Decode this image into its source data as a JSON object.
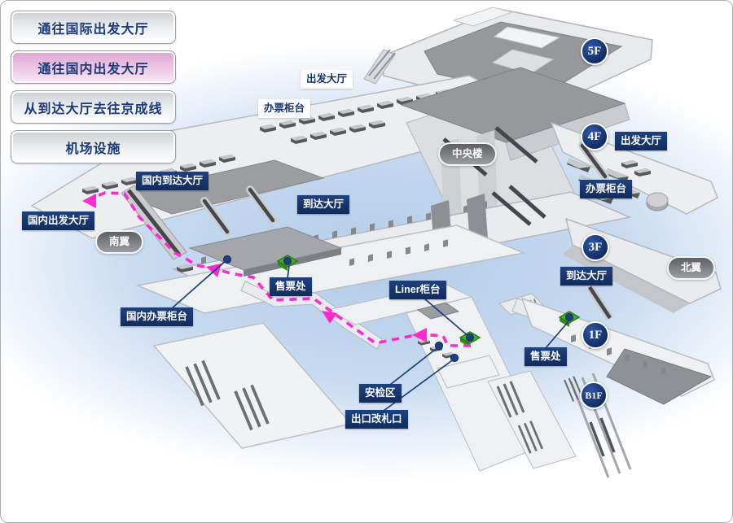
{
  "menu": {
    "items": [
      {
        "label": "通往国际出发大厅",
        "active": false
      },
      {
        "label": "通往国内出发大厅",
        "active": true
      },
      {
        "label": "从到达大厅去往京成线",
        "active": false
      },
      {
        "label": "机场设施",
        "active": false
      }
    ]
  },
  "map": {
    "floor_badges": [
      {
        "label": "5F"
      },
      {
        "label": "4F"
      },
      {
        "label": "3F"
      },
      {
        "label": "1F"
      },
      {
        "label": "B1F"
      }
    ],
    "area_labels": [
      {
        "text": "国内到达大厅"
      },
      {
        "text": "国内出发大厅"
      },
      {
        "text": "到达大厅"
      },
      {
        "text": "售票处"
      },
      {
        "text": "Liner柜台"
      },
      {
        "text": "国内办票柜台"
      },
      {
        "text": "安检区"
      },
      {
        "text": "出口改札口"
      },
      {
        "text": "出发大厅"
      },
      {
        "text": "办票柜台"
      },
      {
        "text": "到达大厅"
      },
      {
        "text": "售票处"
      }
    ],
    "hall_labels_white": [
      {
        "text": "出发大厅"
      },
      {
        "text": "办票柜台"
      }
    ],
    "wing_pills": [
      {
        "text": "中央楼"
      },
      {
        "text": "南翼"
      },
      {
        "text": "北翼"
      }
    ],
    "colors": {
      "route_pink": "#ff2bd1",
      "label_navy": "#16356b",
      "active_menu_pink": "#dda4d2",
      "sky_blue": "#b5cde9",
      "marker_green": "#43b02a"
    }
  }
}
